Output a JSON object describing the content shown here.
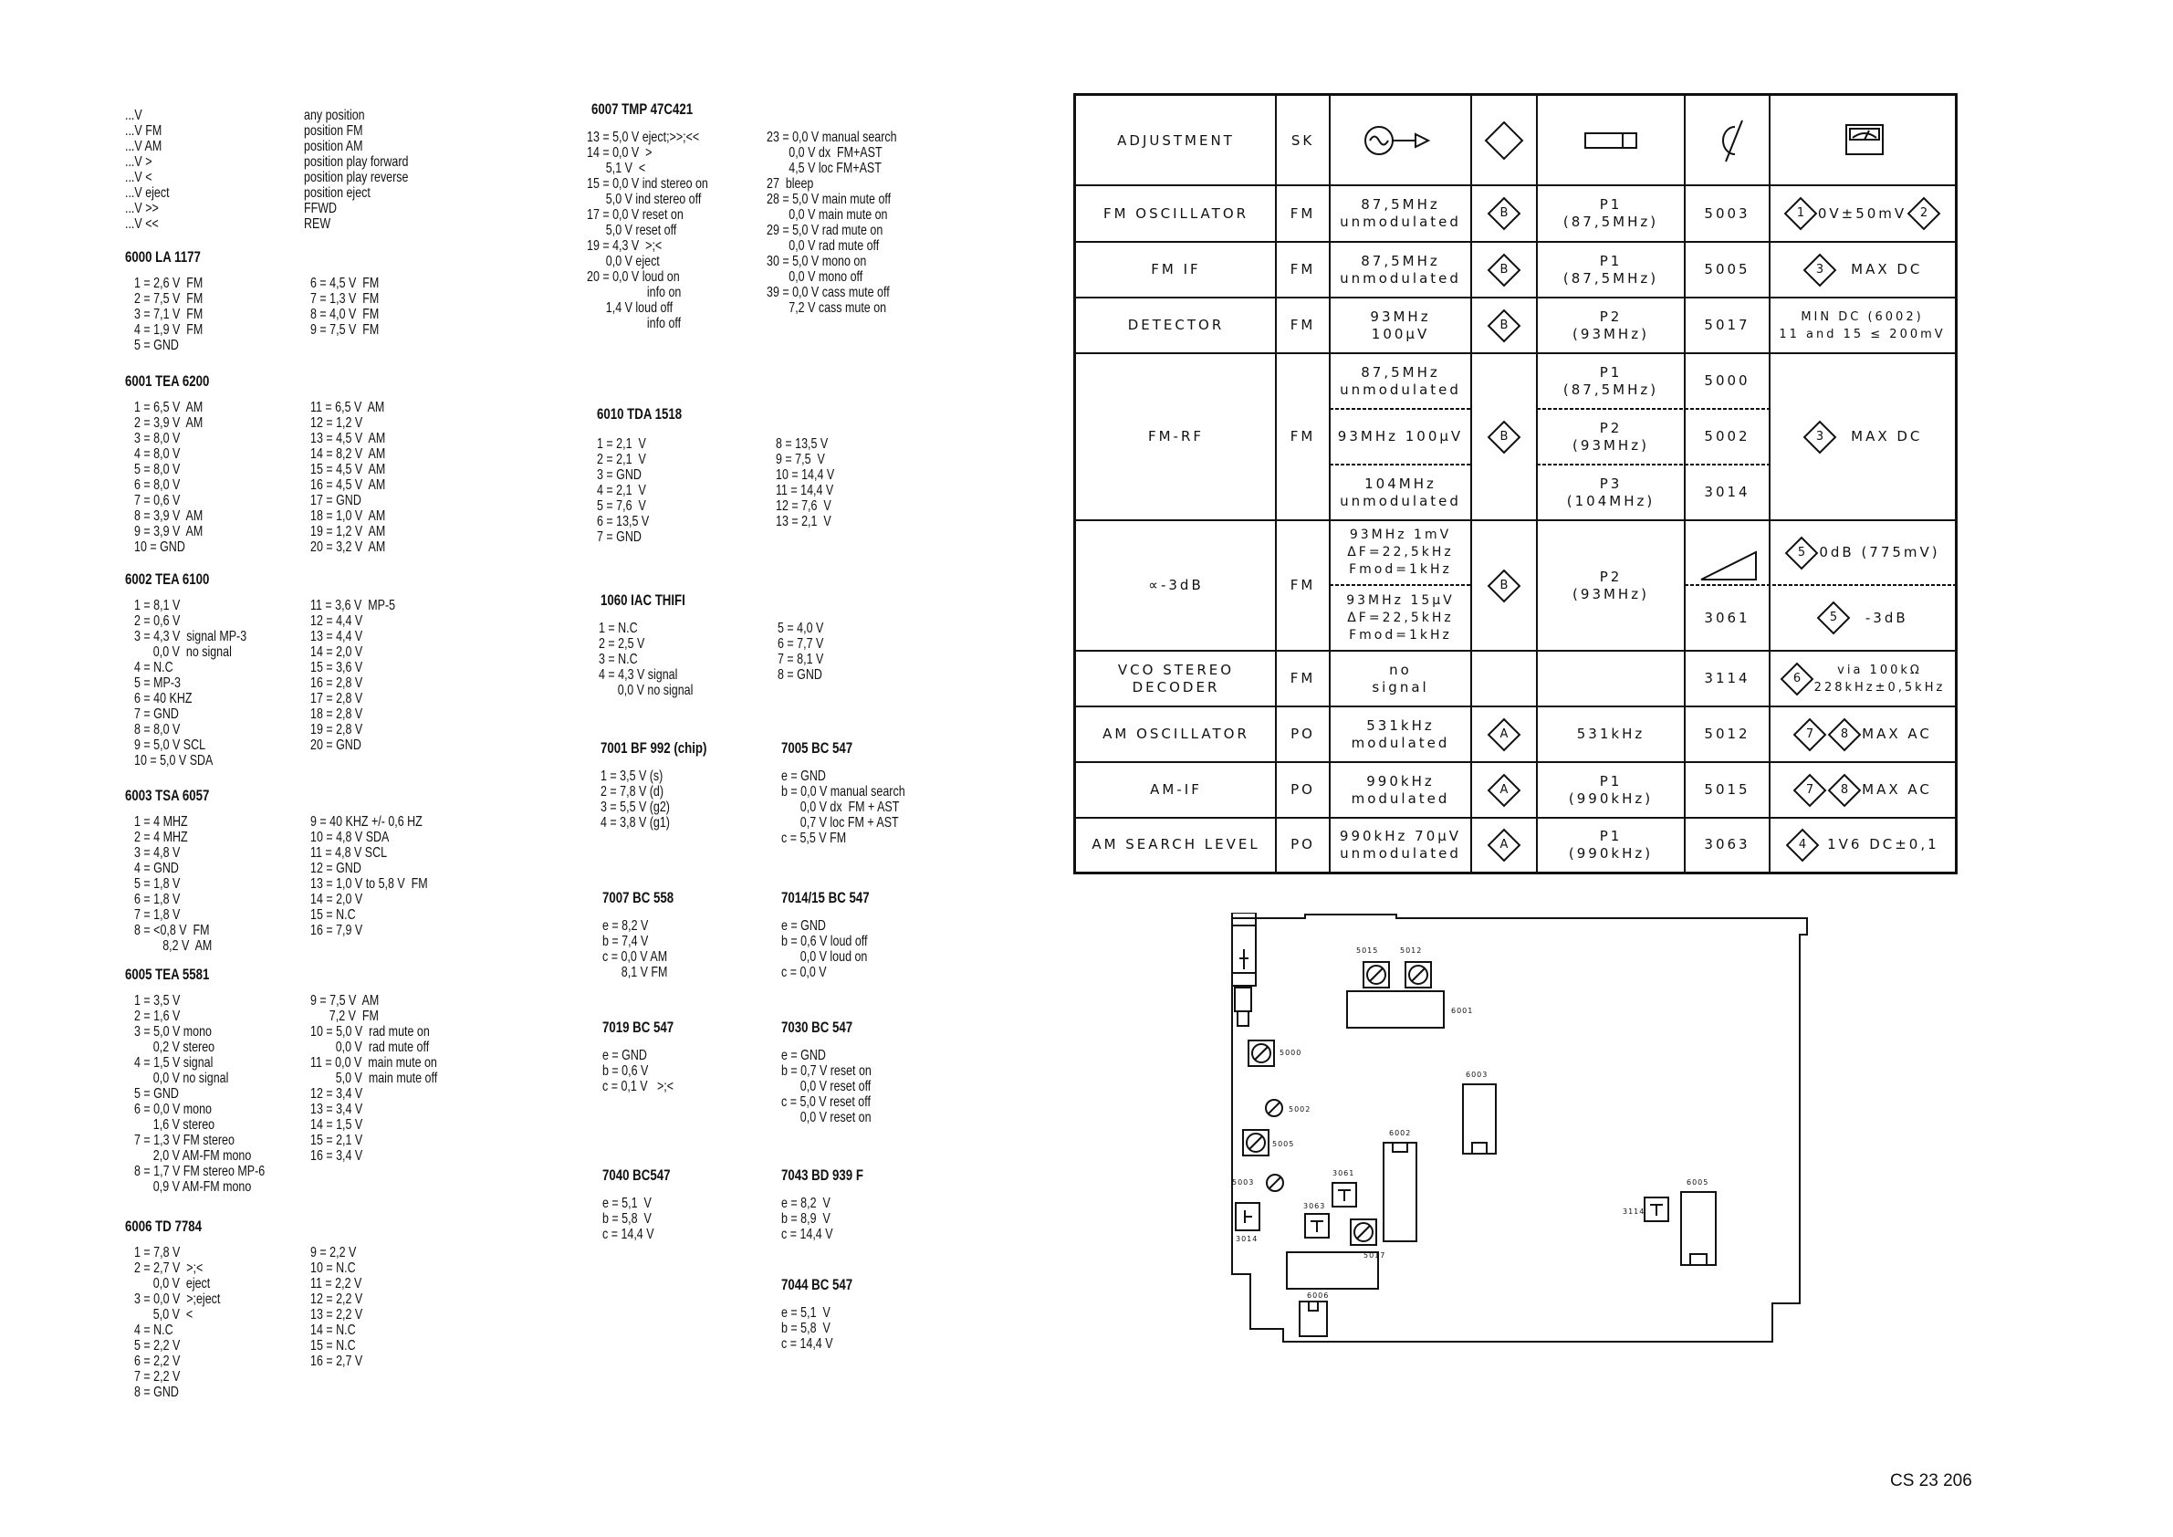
{
  "legend": {
    "left": [
      "...V",
      "...V FM",
      "...V AM",
      "...V >",
      "...V <",
      "...V eject",
      "...V >>",
      "...V <<"
    ],
    "right": [
      "any position",
      "position FM",
      "position AM",
      "position play forward",
      "position play reverse",
      "position eject",
      "FFWD",
      "REW"
    ]
  },
  "col1": [
    {
      "title": "6000 LA 1177",
      "left": [
        "1 = 2,6 V  FM",
        "2 = 7,5 V  FM",
        "3 = 7,1 V  FM",
        "4 = 1,9 V  FM",
        "5 = GND"
      ],
      "right": [
        "6 = 4,5 V  FM",
        "7 = 1,3 V  FM",
        "8 = 4,0 V  FM",
        "9 = 7,5 V  FM"
      ]
    },
    {
      "title": "6001 TEA 6200",
      "left": [
        "1 = 6,5 V  AM",
        "2 = 3,9 V  AM",
        "3 = 8,0 V",
        "4 = 8,0 V",
        "5 = 8,0 V",
        "6 = 8,0 V",
        "7 = 0,6 V",
        "8 = 3,9 V  AM",
        "9 = 3,9 V  AM",
        "10 = GND"
      ],
      "right": [
        "11 = 6,5 V  AM",
        "12 = 1,2 V",
        "13 = 4,5 V  AM",
        "14 = 8,2 V  AM",
        "15 = 4,5 V  AM",
        "16 = 4,5 V  AM",
        "17 = GND",
        "18 = 1,0 V  AM",
        "19 = 1,2 V  AM",
        "20 = 3,2 V  AM"
      ]
    },
    {
      "title": "6002 TEA 6100",
      "left": [
        "1 = 8,1 V",
        "2 = 0,6 V",
        "3 = 4,3 V  signal MP-3",
        "      0,0 V  no signal",
        "4 = N.C",
        "5 = MP-3",
        "6 = 40 KHZ",
        "7 = GND",
        "8 = 8,0 V",
        "9 = 5,0 V SCL",
        "10 = 5,0 V SDA"
      ],
      "right": [
        "11 = 3,6 V  MP-5",
        "12 = 4,4 V",
        "13 = 4,4 V",
        "14 = 2,0 V",
        "15 = 3,6 V",
        "16 = 2,8 V",
        "17 = 2,8 V",
        "18 = 2,8 V",
        "19 = 2,8 V",
        "20 = GND"
      ]
    },
    {
      "title": "6003 TSA 6057",
      "left": [
        "1 = 4 MHZ",
        "2 = 4 MHZ",
        "3 = 4,8 V",
        "4 = GND",
        "5 = 1,8 V",
        "6 = 1,8 V",
        "7 = 1,8 V",
        "8 = <0,8 V  FM",
        "         8,2 V  AM"
      ],
      "right": [
        "9 = 40 KHZ +/- 0,6 HZ",
        "10 = 4,8 V SDA",
        "11 = 4,8 V SCL",
        "12 = GND",
        "13 = 1,0 V to 5,8 V  FM",
        "14 = 2,0 V",
        "15 = N.C",
        "16 = 7,9 V"
      ]
    },
    {
      "title": "6005 TEA 5581",
      "left": [
        "1 = 3,5 V",
        "2 = 1,6 V",
        "3 = 5,0 V mono",
        "      0,2 V stereo",
        "4 = 1,5 V signal",
        "      0,0 V no signal",
        "5 = GND",
        "6 = 0,0 V mono",
        "      1,6 V stereo",
        "7 = 1,3 V FM stereo",
        "      2,0 V AM-FM mono",
        "8 = 1,7 V FM stereo MP-6",
        "      0,9 V AM-FM mono"
      ],
      "right": [
        "9 = 7,5 V  AM",
        "      7,2 V  FM",
        "10 = 5,0 V  rad mute on",
        "        0,0 V  rad mute off",
        "11 = 0,0 V  main mute on",
        "        5,0 V  main mute off",
        "12 = 3,4 V",
        "13 = 3,4 V",
        "14 = 1,5 V",
        "15 = 2,1 V",
        "16 = 3,4 V"
      ]
    },
    {
      "title": "6006 TD 7784",
      "left": [
        "1 = 7,8 V",
        "2 = 2,7 V  >;<",
        "      0,0 V  eject",
        "3 = 0,0 V  >;eject",
        "      5,0 V  <",
        "4 = N.C",
        "5 = 2,2 V",
        "6 = 2,2 V",
        "7 = 2,2 V",
        "8 = GND"
      ],
      "right": [
        "9 = 2,2 V",
        "10 = N.C",
        "11 = 2,2 V",
        "12 = 2,2 V",
        "13 = 2,2 V",
        "14 = N.C",
        "15 = N.C",
        "16 = 2,7 V"
      ]
    }
  ],
  "col2": {
    "tmp": {
      "title": "6007 TMP 47C421",
      "left": [
        "13 = 5,0 V eject;>>;<<",
        "14 = 0,0 V  >",
        "      5,1 V  <",
        "15 = 0,0 V ind stereo on",
        "      5,0 V ind stereo off",
        "17 = 0,0 V reset on",
        "      5,0 V reset off",
        "19 = 4,3 V  >;<",
        "      0,0 V eject",
        "20 = 0,0 V loud on",
        "                   info on",
        "      1,4 V loud off",
        "                   info off"
      ],
      "right": [
        "23 = 0,0 V manual search",
        "       0,0 V dx  FM+AST",
        "       4,5 V loc FM+AST",
        "27  bleep",
        "28 = 5,0 V main mute off",
        "       0,0 V main mute on",
        "29 = 5,0 V rad mute on",
        "       0,0 V rad mute off",
        "30 = 5,0 V mono on",
        "       0,0 V mono off",
        "39 = 0,0 V cass mute off",
        "       7,2 V cass mute on"
      ]
    },
    "tda": {
      "title": "6010 TDA 1518",
      "left": [
        "1 = 2,1  V",
        "2 = 2,1  V",
        "3 = GND",
        "4 = 2,1  V",
        "5 = 7,6  V",
        "6 = 13,5 V",
        "7 = GND"
      ],
      "right": [
        "8 = 13,5 V",
        "9 = 7,5  V",
        "10 = 14,4 V",
        "11 = 14,4 V",
        "12 = 7,6  V",
        "13 = 2,1  V"
      ]
    },
    "iac": {
      "title": "1060 IAC THIFI",
      "left": [
        "1 = N.C",
        "2 = 2,5 V",
        "3 = N.C",
        "4 = 4,3 V signal",
        "      0,0 V no signal"
      ],
      "right": [
        "5 = 4,0 V",
        "6 = 7,7 V",
        "7 = 8,1 V",
        "8 = GND"
      ]
    },
    "t7001": {
      "title": "7001 BF 992 (chip)",
      "lines": [
        "1 = 3,5 V (s)",
        "2 = 7,8 V (d)",
        "3 = 5,5 V (g2)",
        "4 = 3,8 V (g1)"
      ]
    },
    "t7005": {
      "title": "7005 BC 547",
      "lines": [
        "e = GND",
        "b = 0,0 V manual search",
        "      0,0 V dx  FM + AST",
        "      0,7 V loc FM + AST",
        "c = 5,5 V FM"
      ]
    },
    "t7007": {
      "title": "7007 BC 558",
      "lines": [
        "e = 8,2 V",
        "b = 7,4 V",
        "c = 0,0 V AM",
        "      8,1 V FM"
      ]
    },
    "t7014": {
      "title": "7014/15 BC 547",
      "lines": [
        "e = GND",
        "b = 0,6 V loud off",
        "      0,0 V loud on",
        "c = 0,0 V"
      ]
    },
    "t7019": {
      "title": "7019 BC 547",
      "lines": [
        "e = GND",
        "b = 0,6 V",
        "c = 0,1 V   >;<"
      ]
    },
    "t7030": {
      "title": "7030 BC 547",
      "lines": [
        "e = GND",
        "b = 0,7 V reset on",
        "      0,0 V reset off",
        "c = 5,0 V reset off",
        "      0,0 V reset on"
      ]
    },
    "t7040": {
      "title": "7040 BC547",
      "lines": [
        "e = 5,1  V",
        "b = 5,8  V",
        "c = 14,4 V"
      ]
    },
    "t7043": {
      "title": "7043 BD 939 F",
      "lines": [
        "e = 8,2  V",
        "b = 8,9  V",
        "c = 14,4 V"
      ]
    },
    "t7044": {
      "title": "7044 BC 547",
      "lines": [
        "e = 5,1  V",
        "b = 5,8  V",
        "c = 14,4 V"
      ]
    }
  },
  "table": {
    "header": {
      "adjustment": "ADJUSTMENT",
      "sk": "SK"
    },
    "rows": {
      "fm_osc": {
        "name": "FM OSCILLATOR",
        "sk": "FM",
        "signal": [
          "87,5MHz",
          "unmodulated"
        ],
        "diamond": "B",
        "gen": [
          "P1",
          "(87,5MHz)"
        ],
        "trim": "5003",
        "n1": "1",
        "meter": "0V±50mV",
        "n2": "2"
      },
      "fm_if": {
        "name": "FM IF",
        "sk": "FM",
        "signal": [
          "87,5MHz",
          "unmodulated"
        ],
        "diamond": "B",
        "gen": [
          "P1",
          "(87,5MHz)"
        ],
        "trim": "5005",
        "n1": "3",
        "meter": "MAX DC"
      },
      "detector": {
        "name": "DETECTOR",
        "sk": "FM",
        "signal": [
          "93MHz",
          "100μV"
        ],
        "diamond": "B",
        "gen": [
          "P2",
          "(93MHz)"
        ],
        "trim": "5017",
        "meter": [
          "MIN DC (6002)",
          "11 and 15 ≤ 200mV"
        ]
      },
      "fm_rf": {
        "name": "FM-RF",
        "sk": "FM",
        "signal1": [
          "87,5MHz",
          "unmodulated"
        ],
        "signal2": "93MHz 100μV",
        "signal3": [
          "104MHz",
          "unmodulated"
        ],
        "diamond": "B",
        "gen1": [
          "P1",
          "(87,5MHz)"
        ],
        "gen2": [
          "P2",
          "(93MHz)"
        ],
        "gen3": [
          "P3",
          "(104MHz)"
        ],
        "trim1": "5000",
        "trim2": "5002",
        "trim3": "3014",
        "n1": "3",
        "meter": "MAX DC"
      },
      "alpha": {
        "name": "∝-3dB",
        "sk": "FM",
        "signal1": [
          "93MHz  1mV",
          "ΔF=22,5kHz",
          "Fmod=1kHz"
        ],
        "signal2": [
          "93MHz  15μV",
          "ΔF=22,5kHz",
          "Fmod=1kHz"
        ],
        "diamond": "B",
        "gen": [
          "P2",
          "(93MHz)"
        ],
        "trim2": "3061",
        "n1": "5",
        "meter1": "0dB (775mV)",
        "n2": "5",
        "meter2": "-3dB"
      },
      "vco": {
        "name": [
          "VCO STEREO",
          "DECODER"
        ],
        "sk": "FM",
        "signal": [
          "no",
          "signal"
        ],
        "trim": "3114",
        "n1": "6",
        "meter": [
          "via 100kΩ",
          "228kHz±0,5kHz"
        ]
      },
      "am_osc": {
        "name": "AM OSCILLATOR",
        "sk": "PO",
        "signal": [
          "531kHz",
          "modulated"
        ],
        "diamond": "A",
        "gen": "531kHz",
        "trim": "5012",
        "n1": "7",
        "n2": "8",
        "meter": "MAX AC"
      },
      "am_if": {
        "name": "AM-IF",
        "sk": "PO",
        "signal": [
          "990kHz",
          "modulated"
        ],
        "diamond": "A",
        "gen": [
          "P1",
          "(990kHz)"
        ],
        "trim": "5015",
        "n1": "7",
        "n2": "8",
        "meter": "MAX AC"
      },
      "am_search": {
        "name": "AM SEARCH LEVEL",
        "sk": "PO",
        "signal": [
          "990kHz 70μV",
          "unmodulated"
        ],
        "diamond": "A",
        "gen": [
          "P1",
          "(990kHz)"
        ],
        "trim": "3063",
        "n1": "4",
        "meter": "1V6 DC±0,1"
      }
    }
  },
  "pcb": {
    "labels": {
      "l5015": "5015",
      "l5012": "5012",
      "l6001": "6001",
      "l5000": "5000",
      "l5002": "5002",
      "l6003": "6003",
      "l5005": "5005",
      "l6002": "6002",
      "l3061": "3061",
      "l5003": "5003",
      "l3063": "3063",
      "l3014": "3014",
      "l5017": "5017",
      "l6006": "6006",
      "l3114": "3114",
      "l6005": "6005"
    }
  },
  "footer": {
    "code": "CS 23 206"
  }
}
